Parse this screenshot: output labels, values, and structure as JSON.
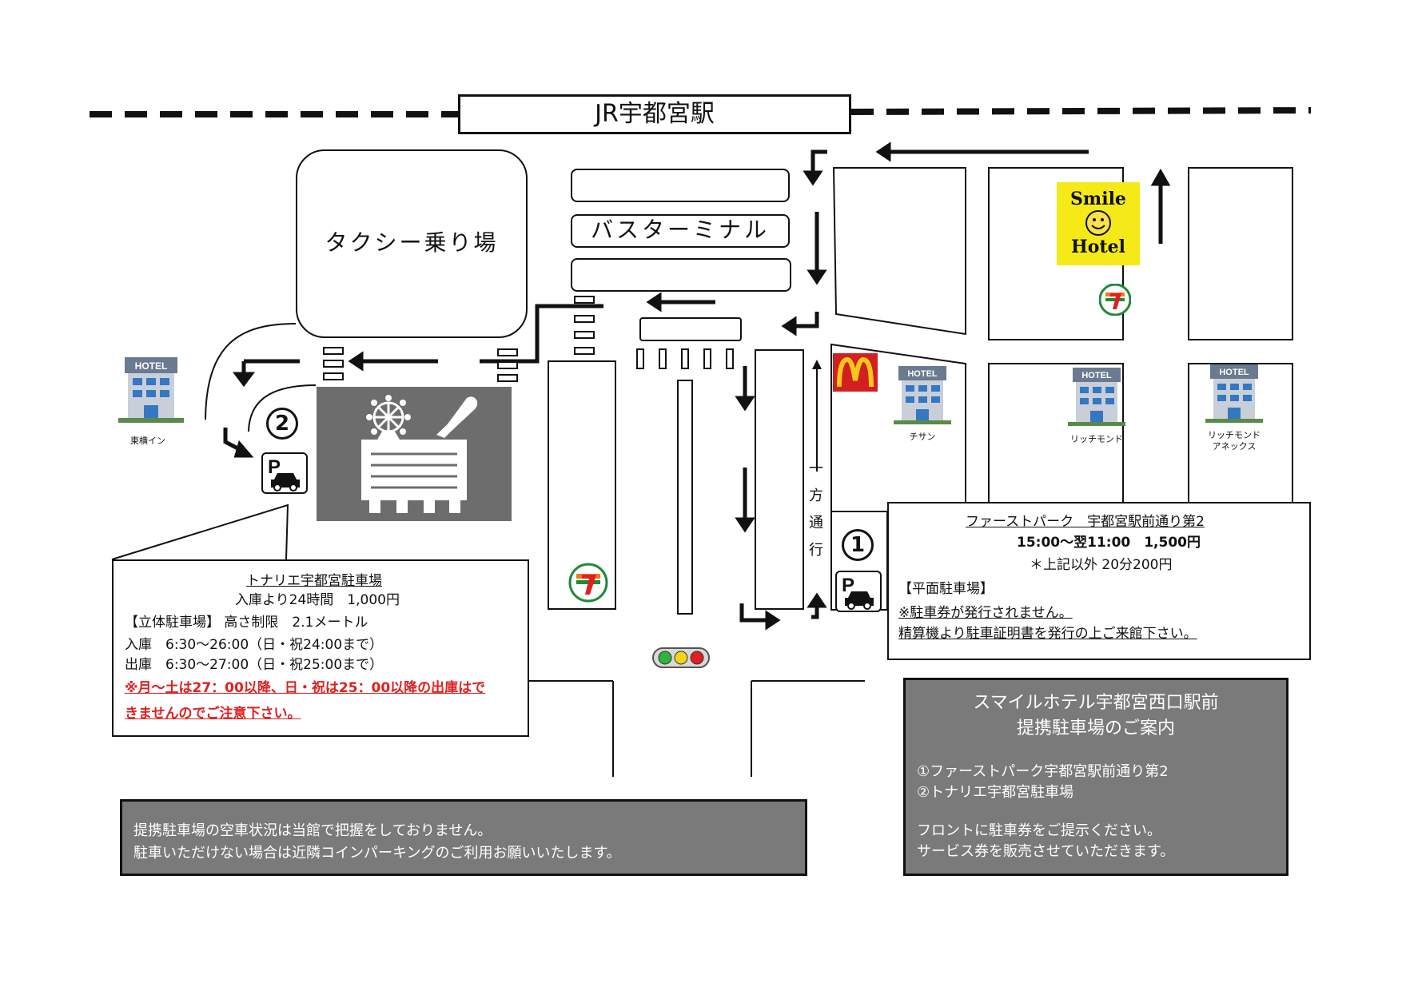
{
  "station": {
    "label": "JR宇都宮駅"
  },
  "taxi": {
    "label": "タクシー乗り場"
  },
  "bus": {
    "label": "バスターミナル"
  },
  "one_way": {
    "label": "一方通行"
  },
  "hotels": {
    "toyoko": "東横イン",
    "chisun": "チサン",
    "richmond": "リッチモンド",
    "richmond_annex_1": "リッチモンド",
    "richmond_annex_2": "アネックス",
    "hotel_sign": "HOTEL",
    "smile_1": "Smile",
    "smile_2": "Hotel"
  },
  "markers": {
    "one": "1",
    "two": "2",
    "parking": "P"
  },
  "parking_1": {
    "title": "ファーストパーク　宇都宮駅前通り第2",
    "hours": "15:00～翌11:00　1,500円",
    "note": "＊上記以外 20分200円",
    "type": "【平面駐車場】",
    "line1": "※駐車券が発行されません。",
    "line2": "精算機より駐車証明書を発行の上ご来館下さい。"
  },
  "parking_2": {
    "title": "トナリエ宇都宮駐車場",
    "fee": "入庫より24時間　1,000円",
    "type": "【立体駐車場】 高さ制限　2.1メートル",
    "in": "入庫　6:30～26:00（日・祝24:00まで）",
    "out": "出庫　6:30～27:00（日・祝25:00まで）",
    "warn1": "※月～土は27：00以降、日・祝は25：00以降の出庫はで",
    "warn2": "きませんのでご注意下さい。"
  },
  "guide": {
    "title1": "スマイルホテル宇都宮西口駅前",
    "title2": "提携駐車場のご案内",
    "item1": "①ファーストパーク宇都宮駅前通り第2",
    "item2": "②トナリエ宇都宮駐車場",
    "note1": "フロントに駐車券をご提示ください。",
    "note2": "サービス券を販売させていただきます。"
  },
  "notice": {
    "line1": "提携駐車場の空車状況は当館で把握をしておりません。",
    "line2": "駐車いただけない場合は近隣コインパーキングのご利用お願いいたします。"
  },
  "colors": {
    "gray_box": "#7a7a7a",
    "mall": "#6d6d6d",
    "smile_yellow": "#f5ea18",
    "warn_red": "#e02020",
    "mcd_red": "#d21f1f",
    "mcd_yellow": "#f8c61c",
    "seven_green": "#1f8a3a"
  }
}
